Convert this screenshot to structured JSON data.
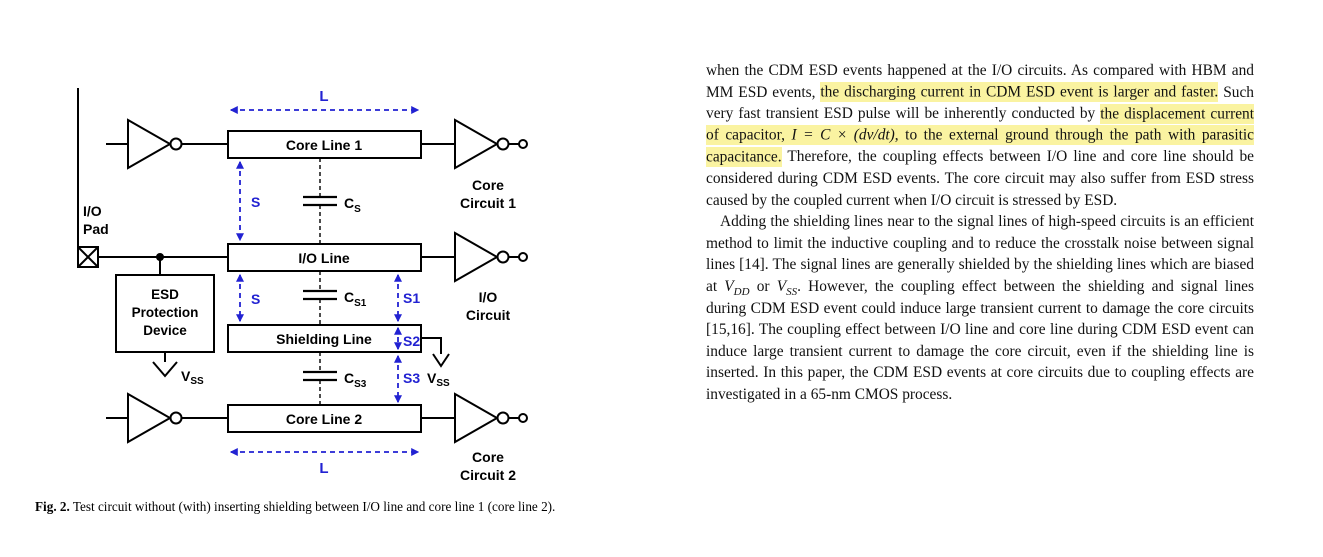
{
  "theme": {
    "dim-blue": "#2222d2",
    "hl": "#faf3a1",
    "ink": "#111111",
    "paper-bg": "#ffffff"
  },
  "figure": {
    "caption_label": "Fig. 2.",
    "caption_text": " Test circuit without (with) inserting shielding between I/O line and core line 1 (core line 2).",
    "labels": {
      "io_pad_line1": "I/O",
      "io_pad_line2": "Pad",
      "esd_line1": "ESD",
      "esd_line2": "Protection",
      "esd_line3": "Device",
      "core_line_1": "Core Line 1",
      "io_line": "I/O Line",
      "shielding_line": "Shielding Line",
      "core_line_2": "Core Line 2",
      "core_circuit_1_line1": "Core",
      "core_circuit_1_line2": "Circuit 1",
      "io_circuit_line1": "I/O",
      "io_circuit_line2": "Circuit",
      "core_circuit_2_line1": "Core",
      "core_circuit_2_line2": "Circuit 2",
      "dim_L_top": "L",
      "dim_L_bottom": "L",
      "dim_S_upper": "S",
      "dim_S_lower": "S",
      "dim_S1": "S1",
      "dim_S2": "S2",
      "dim_S3": "S3",
      "cap_cs_main": "C",
      "cap_cs_sub": "S",
      "cap_cs1_main": "C",
      "cap_cs1_sub": "S1",
      "cap_cs3_main": "C",
      "cap_cs3_sub": "S3",
      "vss_left_main": "V",
      "vss_left_sub": "SS",
      "vss_right_main": "V",
      "vss_right_sub": "SS"
    }
  },
  "article": {
    "para1": {
      "s0": "when the CDM ESD events happened at the I/O circuits. As compared with HBM and MM ESD events, ",
      "s1": "the discharging current in CDM ESD event is larger and faster.",
      "s2": " Such very fast transient ESD pulse will be inherently conducted by ",
      "s3": "the displacement current of capacitor, ",
      "s4_math": "I = C × (dv/dt)",
      "s5": ", to the external ground through the path with parasitic capacitance.",
      "s6": " Therefore, the coupling effects between I/O line and core line should be considered during CDM ESD events. The core circuit may also suffer from ESD stress caused by the coupled current when I/O circuit is stressed by ESD."
    },
    "para2": {
      "s0": "Adding the shielding lines near to the signal lines of high-speed circuits is an efficient method to limit the inductive coupling and to reduce the crosstalk noise between signal lines [14]. The signal lines are generally shielded by the shielding lines which are biased at ",
      "v1": "V",
      "v1sub": "DD",
      "s1": " or ",
      "v2": "V",
      "v2sub": "SS",
      "s2": ". However, the coupling effect between the shielding and signal lines during CDM ESD event could induce large transient current to damage the core circuits [15,16]. The coupling effect between I/O line and core line during CDM ESD event can induce large transient current to damage the core circuit, even if the shielding line is inserted. In this paper, the CDM ESD events at core circuits due to coupling effects are investigated in a 65-nm CMOS process."
    }
  }
}
